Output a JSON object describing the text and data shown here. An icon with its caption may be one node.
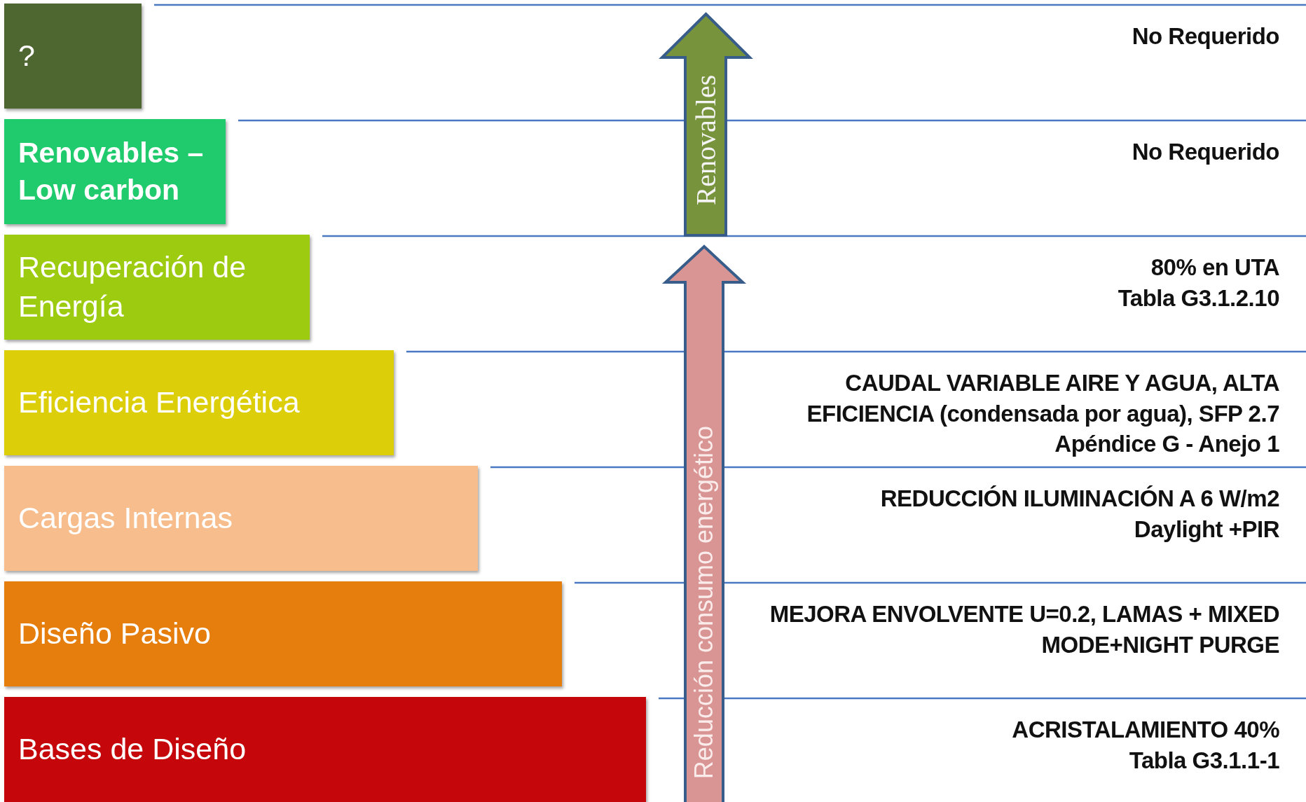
{
  "diagram": {
    "nodes": [
      {
        "text": [
          "?"
        ]
      },
      {
        "text": [
          "Renovables – Low carbon"
        ]
      },
      {
        "text": [
          "Recuperación de Energía"
        ]
      },
      {
        "text": [
          "Eficiencia Energética"
        ]
      },
      {
        "text": [
          "Cargas Internas"
        ]
      },
      {
        "text": [
          "Diseño Pasivo"
        ]
      },
      {
        "text": [
          "Bases de Diseño"
        ]
      }
    ],
    "labels": [
      "Renovables",
      "Reducción consumo energético",
      "No Requerido",
      "No Requerido",
      "80% en UTA",
      "Tabla G3.1.2.10",
      "CAUDAL VARIABLE AIRE Y AGUA, ALTA EFICIENCIA (condensada por agua), SFP 2.7 Apéndice G - Anejo 1",
      "REDUCCIÓN ILUMINACIÓN A 6 W/m2",
      "Daylight +PIR",
      "MEJORA ENVOLVENTE U=0.2, LAMAS + MIXED MODE+NIGHT PURGE",
      "ACRISTALAMIENTO 40%",
      "Tabla G3.1.1-1"
    ]
  }
}
